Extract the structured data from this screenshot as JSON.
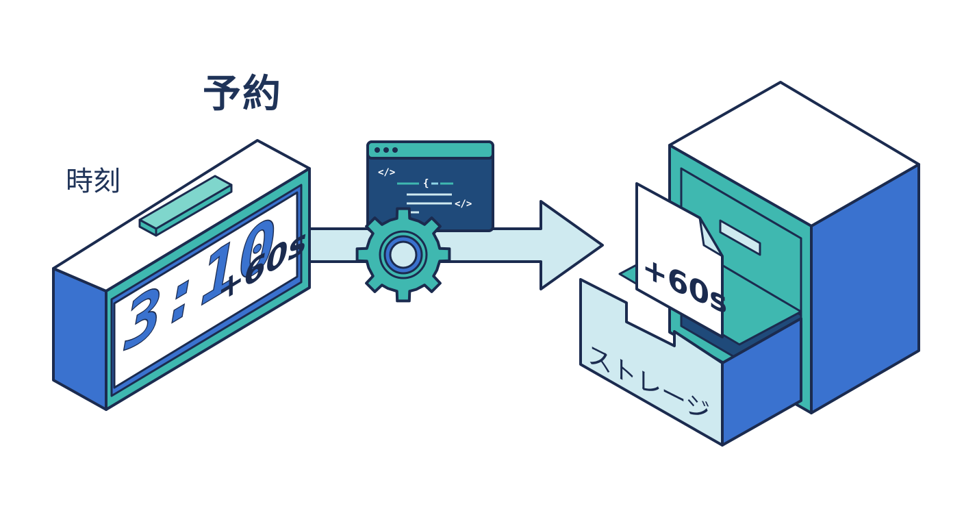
{
  "title": "予約",
  "clock_label": "時刻",
  "clock": {
    "time": "3:10",
    "offset": "+60s"
  },
  "code_window": {
    "tag_open": "</>",
    "brace": "{",
    "tag_close": "</>"
  },
  "document": {
    "text": "+60s"
  },
  "storage": {
    "label": "ストレージ"
  },
  "colors": {
    "outline": "#1b2b4f",
    "teal": "#3fb8b0",
    "blue": "#3a72cf",
    "light": "#cfeaf0",
    "navy": "#1f4a7a",
    "white": "#ffffff"
  },
  "icons": [
    "alarm-clock-icon",
    "code-window-icon",
    "gear-icon",
    "arrow-right-icon",
    "filing-cabinet-icon",
    "document-icon"
  ]
}
